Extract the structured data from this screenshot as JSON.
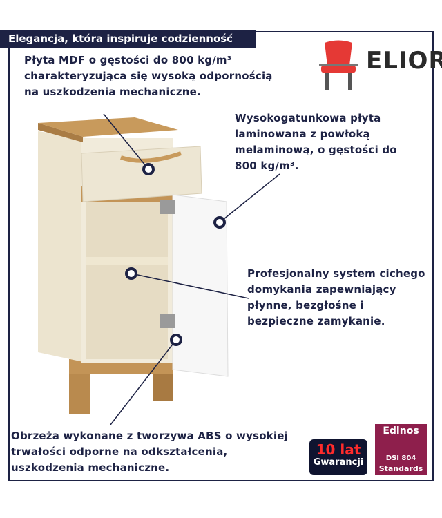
{
  "banner": {
    "text": "Elegancja, która inspiruje codzienność"
  },
  "brand": {
    "name": "ELIOR",
    "accent_color": "#e53935"
  },
  "callouts": {
    "mdf": "Płyta MDF o gęstości do 800 kg/m³ charakteryzująca się wysoką odpornością na uszkodzenia mechaniczne.",
    "laminate": "Wysokogatunkowa płyta laminowana z powłoką melaminową, o gęstości do 800 kg/m³.",
    "hinges": "Profesjonalny system cichego domykania zapewniający płynne, bezgłośne i bezpieczne zamykanie.",
    "edges": "Obrzeża wykonane z tworzywa ABS o wysokiej trwałości odporne na odkształcenia, uszkodzenia mechaniczne."
  },
  "badges": {
    "warranty": {
      "years": "10 lat",
      "label": "Gwarancji"
    },
    "edinos": {
      "name": "Edinos",
      "code": "DSI 804",
      "label": "Standards"
    }
  },
  "colors": {
    "navy": "#1d2244",
    "cream": "#ede6d3",
    "oak": "#b98a4e",
    "white": "#f7f7f7"
  }
}
